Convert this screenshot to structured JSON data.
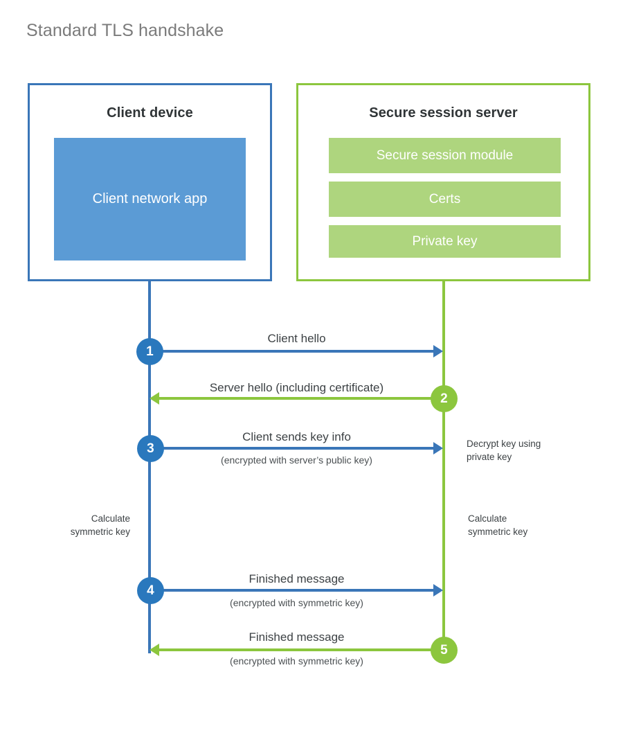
{
  "title": "Standard TLS handshake",
  "colors": {
    "client_border": "#3a76b8",
    "client_fill": "#5b9bd5",
    "server_border": "#8cc63e",
    "server_fill": "#aed57e",
    "client_accent": "#2a78bd",
    "server_accent": "#8cc63e",
    "title_text": "#7b7b7b",
    "body_text": "#3c4144"
  },
  "client": {
    "title": "Client device",
    "app_label": "Client network app"
  },
  "server": {
    "title": "Secure session server",
    "components": [
      {
        "label": "Secure session module"
      },
      {
        "label": "Certs"
      },
      {
        "label": "Private key"
      }
    ]
  },
  "steps": [
    {
      "number": "1",
      "label": "Client hello",
      "sublabel": "",
      "direction": "client-to-server",
      "color": "blue"
    },
    {
      "number": "2",
      "label": "Server hello (including certificate)",
      "sublabel": "",
      "direction": "server-to-client",
      "color": "green"
    },
    {
      "number": "3",
      "label": "Client sends key info",
      "sublabel": "(encrypted with server’s public key)",
      "direction": "client-to-server",
      "color": "blue"
    },
    {
      "number": "4",
      "label": "Finished message",
      "sublabel": "(encrypted with symmetric key)",
      "direction": "client-to-server",
      "color": "blue"
    },
    {
      "number": "5",
      "label": "Finished message",
      "sublabel": "(encrypted with symmetric key)",
      "direction": "server-to-client",
      "color": "green"
    }
  ],
  "notes": {
    "decrypt_key": "Decrypt key using\nprivate key",
    "client_calculate": "Calculate\nsymmetric key",
    "server_calculate": "Calculate\nsymmetric key"
  }
}
